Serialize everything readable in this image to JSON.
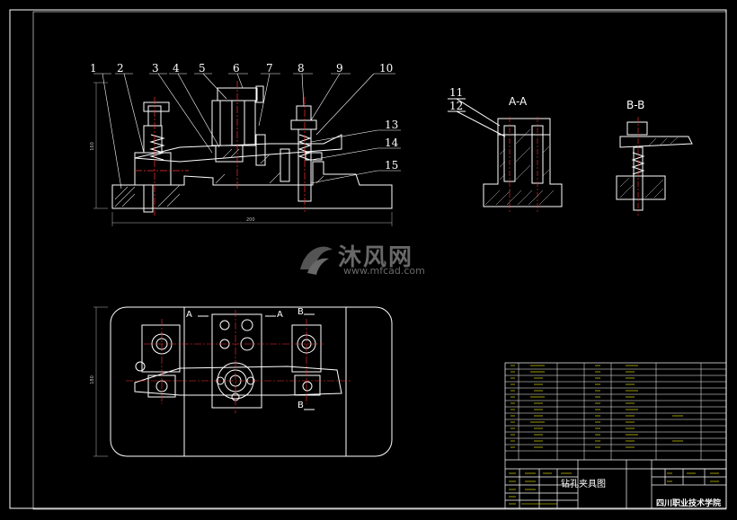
{
  "drawing": {
    "title": "钻孔夹具图",
    "school": "四川职业技术学院",
    "watermark": {
      "brand": "沐风网",
      "url": "www.mfcad.com"
    }
  },
  "part_labels": [
    "1",
    "2",
    "3",
    "4",
    "5",
    "6",
    "7",
    "8",
    "9",
    "10",
    "11",
    "12",
    "13",
    "14",
    "15"
  ],
  "section_labels": {
    "a": "A-A",
    "b": "B-B"
  },
  "plan_markers": {
    "a_left": "A",
    "a_right": "A",
    "b_top": "B",
    "b_bottom": "B"
  },
  "dimensions": {
    "width": "200",
    "height_front": "160",
    "height_plan": "180"
  },
  "colors": {
    "line": "#ffffff",
    "center": "#ff3030",
    "hatch": "#c8c8c8",
    "frame": "#ffffff",
    "yellow": "#ffff00"
  }
}
